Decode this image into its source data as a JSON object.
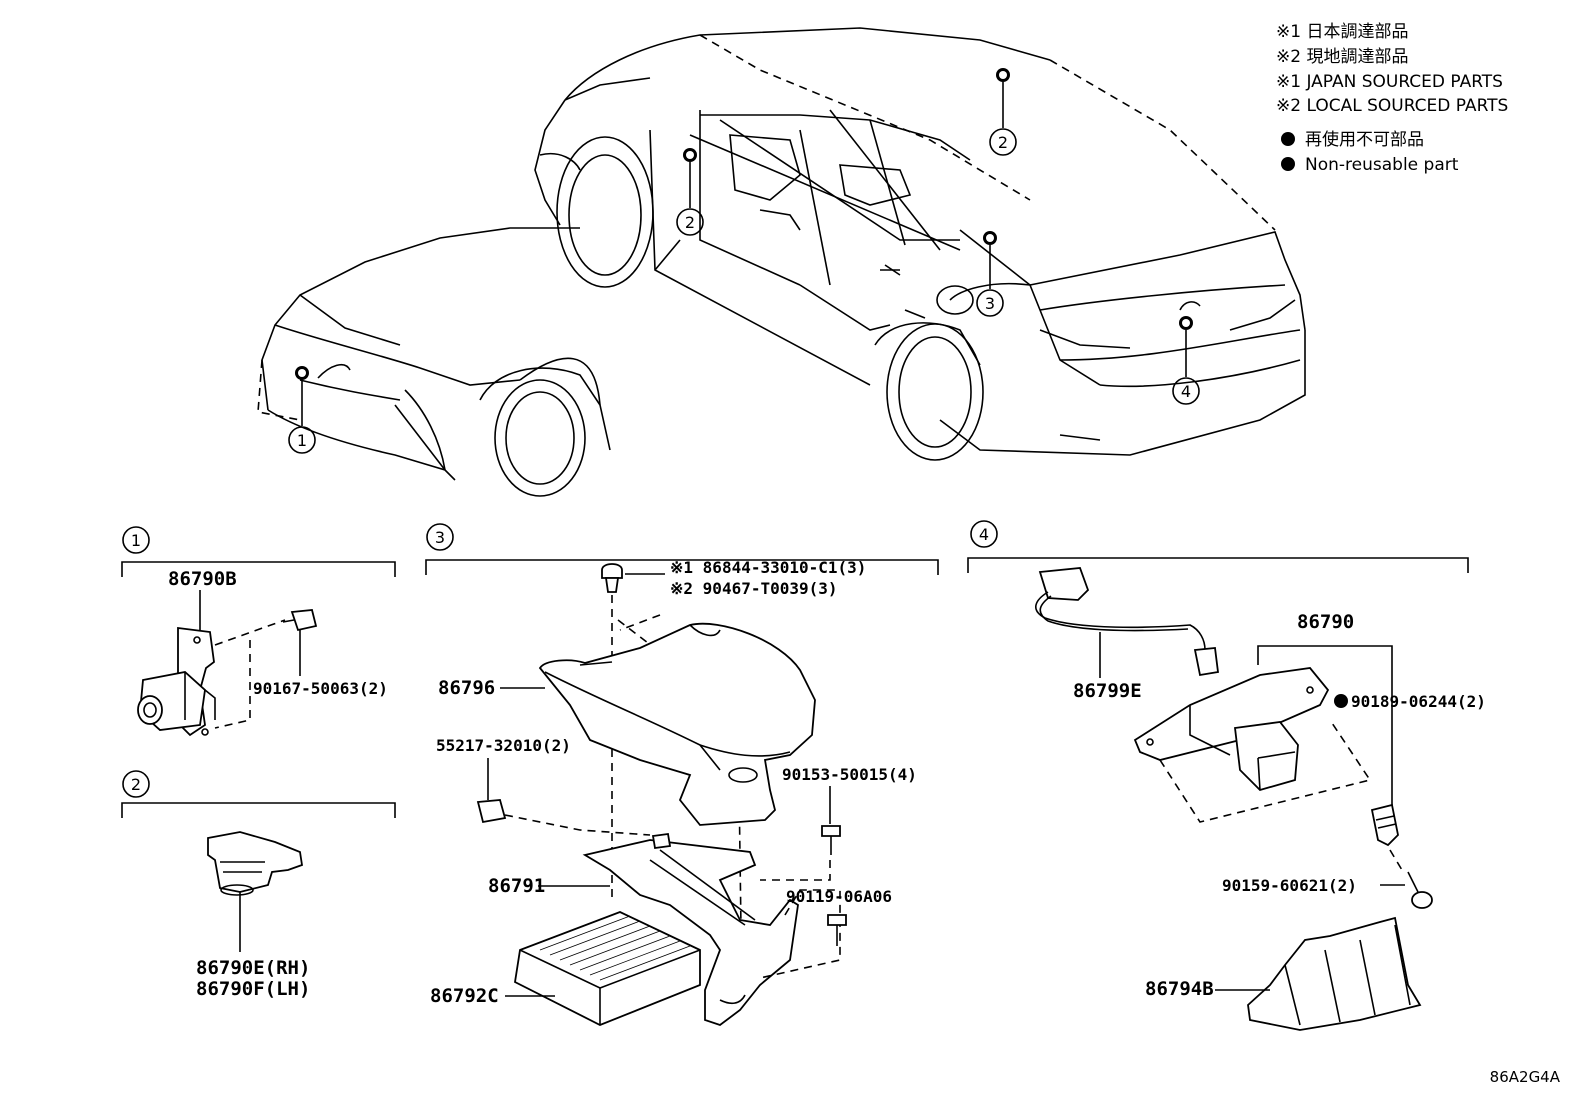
{
  "legend": {
    "line1": "※1  日本調達部品",
    "line2": "※2  現地調達部品",
    "line3": "※1  JAPAN SOURCED PARTS",
    "line4": "※2  LOCAL SOURCED PARTS",
    "line5": "再使用不可部品",
    "line6": "Non-reusable part"
  },
  "callouts": {
    "c1": "1",
    "c2": "2",
    "c3": "3",
    "c4": "4"
  },
  "sections": {
    "s1": {
      "number": "1",
      "parts": {
        "camera": "86790B",
        "bolt": "90167-50063(2)"
      }
    },
    "s2": {
      "number": "2",
      "parts": {
        "rh": "86790E(RH)",
        "lh": "86790F(LH)"
      }
    },
    "s3": {
      "number": "3",
      "parts": {
        "clip1": "※1  86844-33010-C1(3)",
        "clip2": "※2  90467-T0039(3)",
        "cover": "86796",
        "nut": "55217-32010(2)",
        "screw1": "90153-50015(4)",
        "bracket": "86791",
        "screw2": "90119-06A06",
        "ecu": "86792C"
      }
    },
    "s4": {
      "number": "4",
      "parts": {
        "camera": "86790",
        "wire": "86799E",
        "clip": "90189-06244(2)",
        "screw": "90159-60621(2)",
        "cover": "86794B"
      }
    }
  },
  "diagram_id": "86A2G4A"
}
